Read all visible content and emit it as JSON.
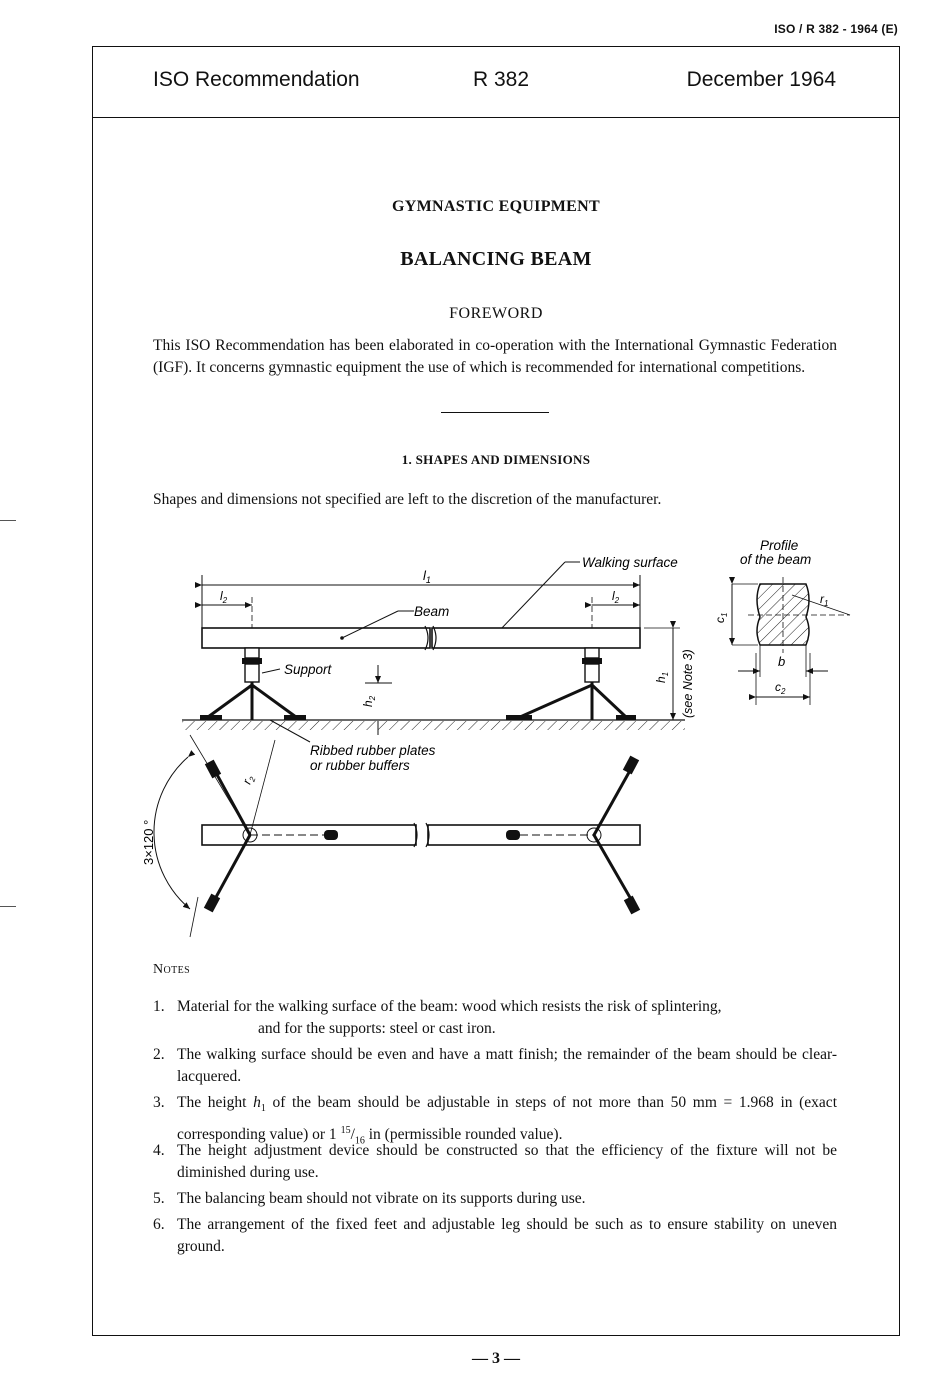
{
  "doc_ref": "ISO / R 382 - 1964 (E)",
  "header": {
    "left": "ISO Recommendation",
    "middle": "R 382",
    "right": "December 1964"
  },
  "subject": "GYMNASTIC EQUIPMENT",
  "title": "BALANCING BEAM",
  "foreword": {
    "heading": "FOREWORD",
    "text": "This ISO Recommendation has been elaborated in co-operation with the International Gymnastic Federation (IGF). It concerns gymnastic equipment the use of which is recommended for international competitions."
  },
  "section1": {
    "heading": "1. SHAPES AND DIMENSIONS",
    "text": "Shapes and dimensions not specified are left to the discretion of the manufacturer."
  },
  "figure": {
    "labels": {
      "l1": "l",
      "l1_sub": "1",
      "l2": "l",
      "l2_sub": "2",
      "walking_surface": "Walking surface",
      "beam": "Beam",
      "support": "Support",
      "h1": "h",
      "h1_sub": "1",
      "h2": "h",
      "h2_sub": "2",
      "see_note": "(see Note 3)",
      "profile_line1": "Profile",
      "profile_line2": "of the beam",
      "c1": "c",
      "c1_sub": "1",
      "c2": "c",
      "c2_sub": "2",
      "b": "b",
      "r1": "r",
      "r1_sub": "1",
      "r2": "r",
      "r2_sub": "2",
      "ribbed_line1": "Ribbed rubber plates",
      "ribbed_line2": "or rubber buffers",
      "angle": "3×120 °"
    }
  },
  "notes": {
    "heading": "Notes",
    "items": [
      {
        "num": "1.",
        "text": "Material for the walking surface of the beam: wood which resists the risk of splintering,",
        "text2": "and for the supports: steel or cast iron."
      },
      {
        "num": "2.",
        "text": "The walking surface should be even and have a matt finish; the remainder of the beam should be clear-lacquered."
      },
      {
        "num": "3.",
        "text_a": "The height ",
        "var": "h",
        "var_sub": "1",
        "text_b": " of the beam should be adjustable in steps of not more than 50 mm = 1.968 in (exact corresponding value) or 1 ",
        "frac_num": "15",
        "frac_den": "16",
        "text_c": " in (permissible rounded value)."
      },
      {
        "num": "4.",
        "text": "The height adjustment device should be constructed so that the efficiency of the fixture will not be diminished during use."
      },
      {
        "num": "5.",
        "text": "The balancing beam should not vibrate on its supports during use."
      },
      {
        "num": "6.",
        "text": "The arrangement of the fixed feet and adjustable leg should be such as to ensure stability on uneven ground."
      }
    ]
  },
  "page_number": "— 3 —"
}
